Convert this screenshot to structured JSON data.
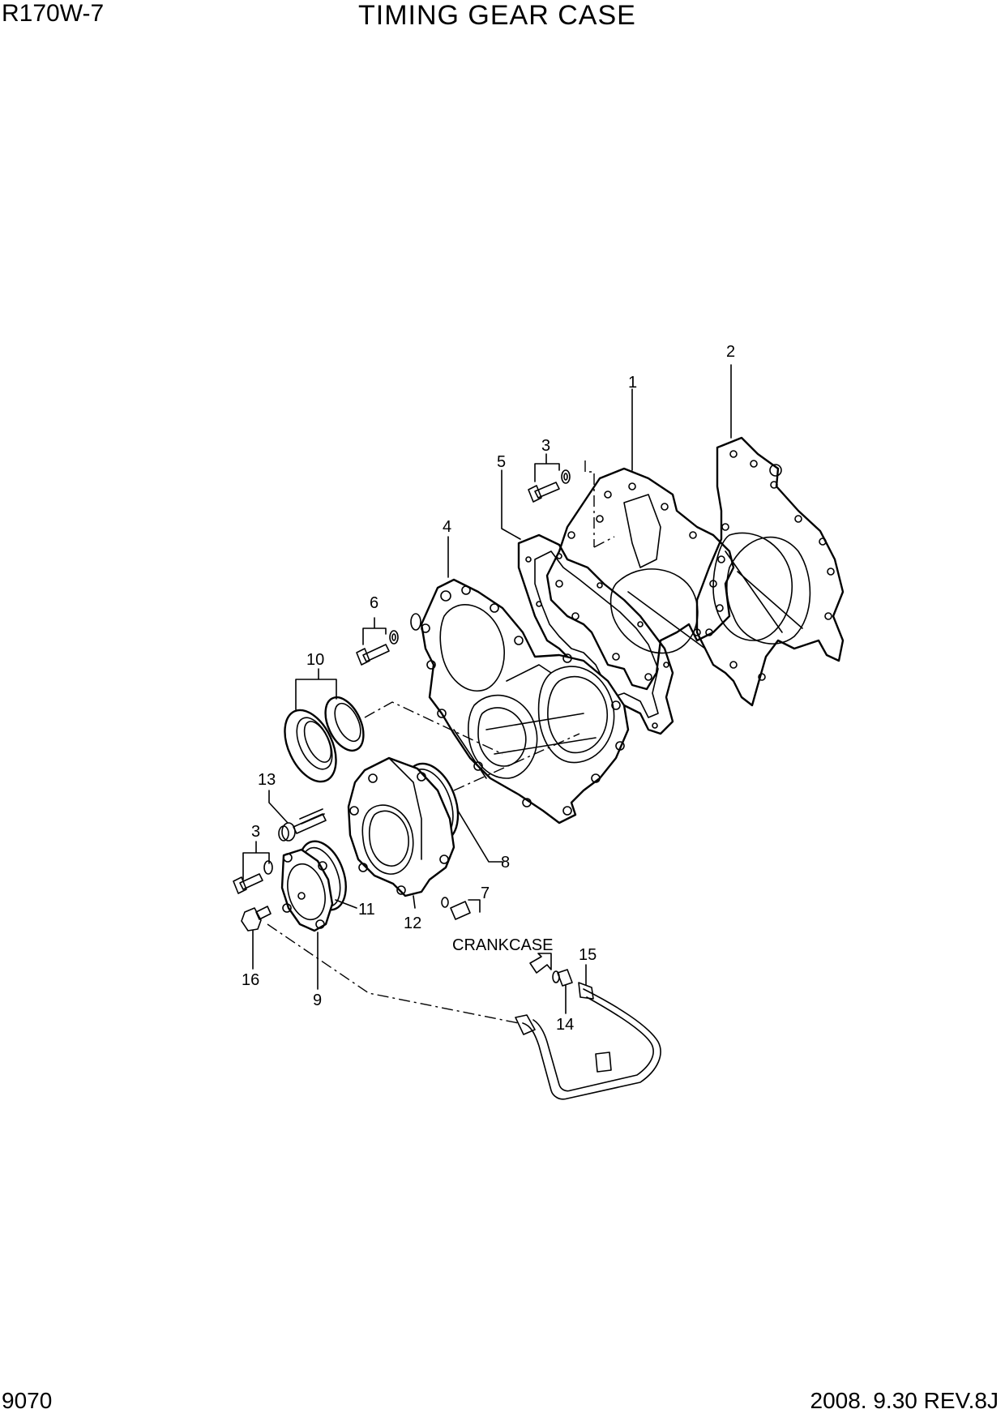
{
  "header": {
    "model": "R170W-7",
    "title": "TIMING GEAR CASE"
  },
  "footer": {
    "page": "9070",
    "revision": "2008. 9.30  REV.8J"
  },
  "callouts": {
    "c1": "1",
    "c2": "2",
    "c3a": "3",
    "c3b": "3",
    "c4": "4",
    "c5": "5",
    "c6": "6",
    "c7": "7",
    "c8": "8",
    "c9": "9",
    "c10": "10",
    "c11": "11",
    "c12": "12",
    "c13": "13",
    "c14": "14",
    "c15": "15",
    "c16": "16"
  },
  "annotations": {
    "crankcase": "CRANKCASE"
  }
}
